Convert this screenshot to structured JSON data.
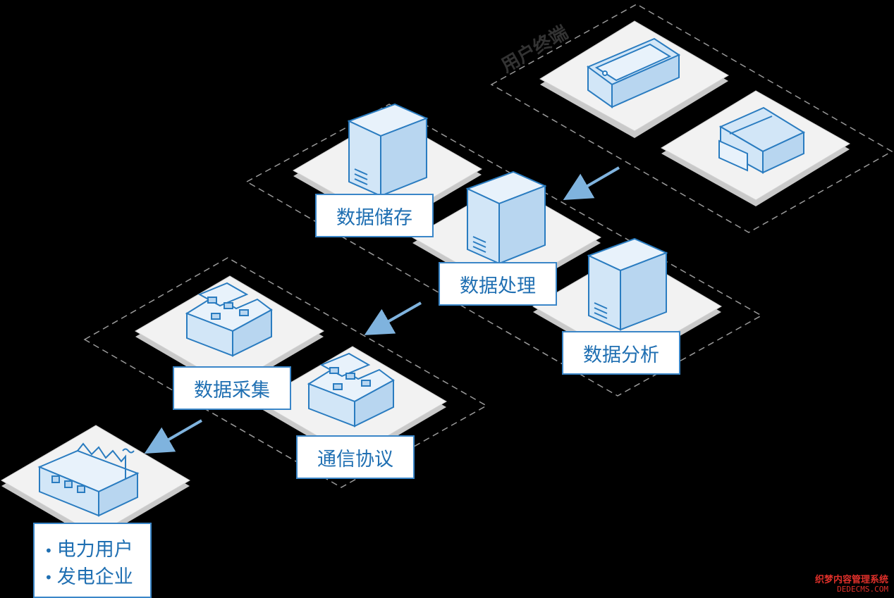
{
  "groups": {
    "user_terminal": {
      "title": "用户终端"
    }
  },
  "nodes": {
    "storage": "数据储存",
    "processing": "数据处理",
    "analysis": "数据分析",
    "collection": "数据采集",
    "protocol": "通信协议"
  },
  "source": {
    "items": [
      "电力用户",
      "发电企业"
    ],
    "bullet": "•"
  },
  "watermark": {
    "line1": "织梦内容管理系统",
    "line2": "DEDECMS.COM"
  },
  "colors": {
    "background": "#000000",
    "dashed_border": "#9a9a9a",
    "platform_top": "#f2f2f2",
    "platform_side": "#c9c9c9",
    "device_fill": "#d2e6f7",
    "device_stroke": "#2a7cc0",
    "label_text": "#1f6fb2",
    "arrow": "#7fb3de"
  }
}
